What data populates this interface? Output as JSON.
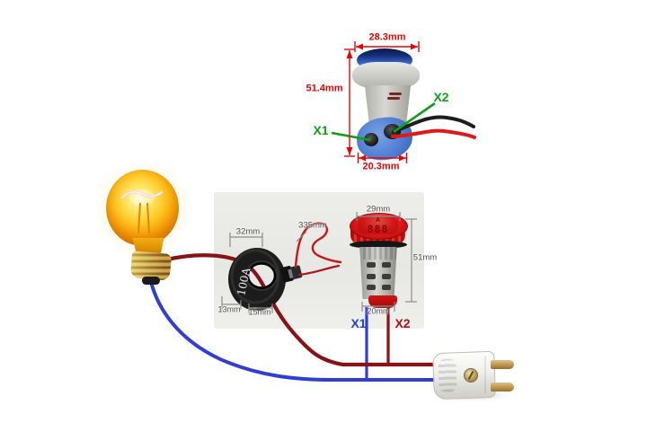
{
  "colors": {
    "dim_accent_red": "#e60404",
    "dim_gray": "#4c4c4c",
    "label_green": "#0ca212",
    "terminal_x1_blue": "#2742cf",
    "terminal_x2_red": "#ac1212",
    "wire_live_red": "#8a1216",
    "wire_neutral_blue": "#2f3fd6",
    "ct_secondary_wire": "#c81818"
  },
  "top_view": {
    "dim_width": "28.3mm",
    "dim_height": "51.4mm",
    "dim_base": "20.3mm",
    "terminal_x1": "X1",
    "terminal_x2": "X2"
  },
  "bottom_diagram": {
    "dim_wire_length": "335mm",
    "ct": {
      "rating": "100A",
      "dim_outer": "32mm",
      "dim_side": "13mm",
      "dim_hole": "15mm"
    },
    "meter": {
      "display_unit": "A",
      "display_value": "888",
      "dim_width": "29mm",
      "dim_height": "51mm",
      "dim_base": "20mm"
    },
    "terminal_x1": "X1",
    "terminal_x2": "X2"
  }
}
